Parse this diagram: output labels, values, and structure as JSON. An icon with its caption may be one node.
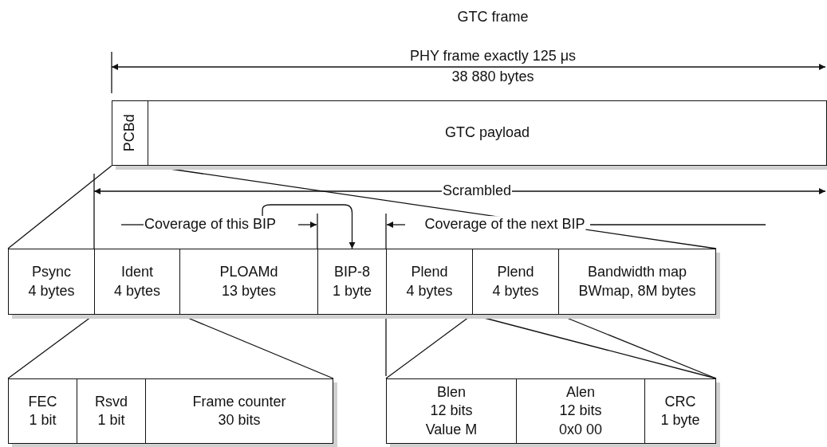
{
  "diagram": {
    "title": "GTC frame",
    "nodes": [
      {
        "text": [
          "PCBd"
        ]
      },
      {
        "text": [
          "GTC payload"
        ]
      },
      {
        "text": [
          "Coverage of this BIP"
        ]
      },
      {
        "text": [
          "Psync 4 bytes"
        ]
      },
      {
        "text": [
          "Ident 4 bytes"
        ]
      },
      {
        "text": [
          "PLOAMd 13 bytes"
        ]
      },
      {
        "text": [
          "BIP-8 1 byte"
        ]
      },
      {
        "text": [
          "Plend 4 bytes"
        ]
      },
      {
        "text": [
          "Plend 4 bytes"
        ]
      },
      {
        "text": [
          "Bandwidth map BWmap, 8M bytes"
        ]
      },
      {
        "text": [
          "FEC 1 bit"
        ]
      },
      {
        "text": [
          "Rsvd 1 bit"
        ]
      },
      {
        "text": [
          "Frame counter 30 bits"
        ]
      },
      {
        "text": [
          "Blen 12 bits Value M"
        ]
      },
      {
        "text": [
          "Alen 12 bits 0x0 00"
        ]
      },
      {
        "text": [
          "CRC 1 byte"
        ]
      }
    ],
    "edges": [
      {
        "from": 0,
        "to": 3,
        "arrow": "none"
      },
      {
        "from": 0,
        "to": 9,
        "arrow": "none"
      },
      {
        "from": 2,
        "to": 6,
        "arrow": "to"
      },
      {
        "from": 4,
        "to": 10,
        "arrow": "none"
      },
      {
        "from": 4,
        "to": 12,
        "arrow": "none"
      },
      {
        "from": 8,
        "to": 13,
        "arrow": "none"
      },
      {
        "from": 8,
        "to": 15,
        "arrow": "none"
      },
      {
        "from": 8,
        "to": 15,
        "arrow": "none"
      }
    ],
    "labels": [
      "PHY frame exactly 125 μs",
      "38 880 bytes",
      "Scrambled",
      "Coverage of the next BIP"
    ]
  }
}
